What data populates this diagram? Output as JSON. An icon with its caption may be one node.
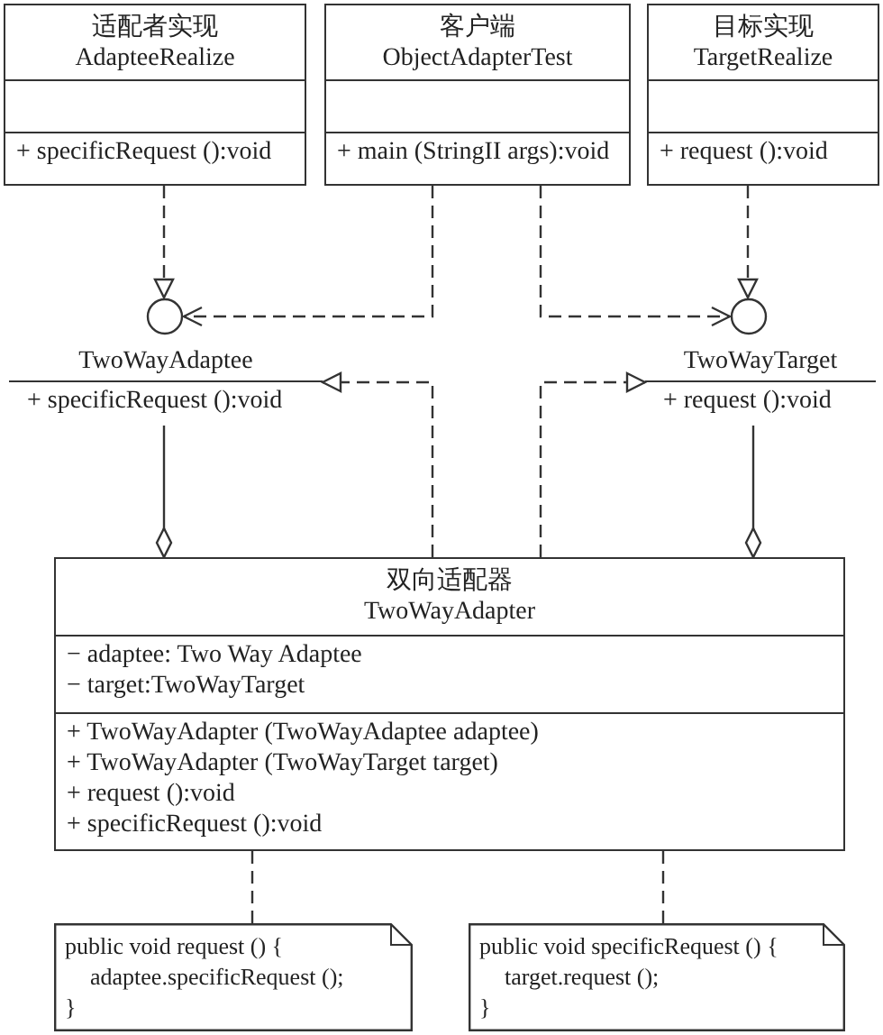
{
  "diagram": {
    "nodes": [
      {
        "text": [
          "适配者实现",
          "AdapteeRealize",
          "+ specificRequest ():void"
        ]
      },
      {
        "text": [
          "客户端",
          "ObjectAdapterTest",
          "+ main (StringII args):void"
        ]
      },
      {
        "text": [
          "目标实现",
          "TargetRealize",
          "+ request ():void"
        ]
      },
      {
        "text": [],
        "shape": "circle"
      },
      {
        "text": [],
        "shape": "circle"
      },
      {
        "text": [
          "TwoWayAdaptee",
          "+ specificRequest ():void"
        ]
      },
      {
        "text": [
          "TwoWayTarget",
          "+ request ():void"
        ]
      },
      {
        "text": [
          "双向适配器",
          "TwoWayAdapter",
          "− adaptee: Two Way Adaptee",
          "− target:TwoWayTarget",
          "+ TwoWayAdapter (TwoWayAdaptee adaptee)",
          "+ TwoWayAdapter (TwoWayTarget target)",
          "+ request ():void",
          "+ specificRequest ():void"
        ]
      },
      {
        "text": [
          "public void request () {",
          "adaptee.specificRequest ();",
          "}"
        ]
      },
      {
        "text": [
          "public void specificRequest () {",
          "target.request ();",
          "}"
        ]
      }
    ],
    "edges": [
      {
        "from": 0,
        "to": 3,
        "arrow": "to",
        "style": "dashed"
      },
      {
        "from": 2,
        "to": 4,
        "arrow": "to",
        "style": "dashed"
      },
      {
        "from": 1,
        "to": 3,
        "arrow": "to",
        "style": "dashed"
      },
      {
        "from": 1,
        "to": 4,
        "arrow": "to",
        "style": "dashed"
      },
      {
        "from": 7,
        "to": 5,
        "arrow": "to",
        "style": "dashed"
      },
      {
        "from": 7,
        "to": 6,
        "arrow": "to",
        "style": "dashed"
      },
      {
        "from": 5,
        "to": 7,
        "arrow": "other"
      },
      {
        "from": 6,
        "to": 7,
        "arrow": "other"
      },
      {
        "from": 7,
        "to": 8,
        "arrow": "none",
        "style": "dashed"
      },
      {
        "from": 7,
        "to": 9,
        "arrow": "none",
        "style": "dashed"
      }
    ]
  }
}
